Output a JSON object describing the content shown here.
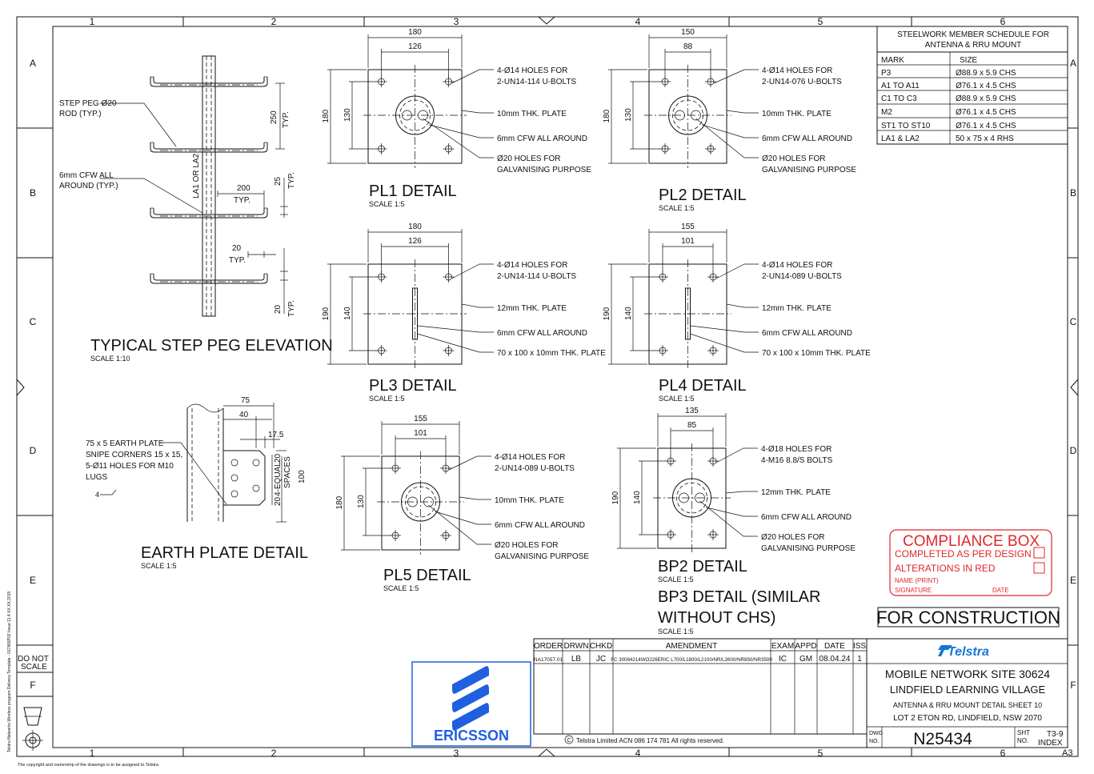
{
  "border": {
    "cols": [
      "1",
      "2",
      "3",
      "4",
      "5",
      "6"
    ],
    "rows": [
      "A",
      "B",
      "C",
      "D",
      "E",
      "F"
    ],
    "side_note": "Telstra Networks Wireless program Delivery Template - 017866P02 Issue 11.4 XX.XX.2015",
    "copyright_note": "The copyright and ownership of the drawings is to be assigned to Telstra",
    "do_not_scale": [
      "DO NOT",
      "SCALE"
    ],
    "sheet_size": "A3"
  },
  "step_peg": {
    "title": "TYPICAL STEP PEG ELEVATION",
    "scale": "SCALE 1:10",
    "callout_rod": [
      "STEP PEG Ø20",
      "ROD (TYP.)"
    ],
    "callout_cfw": [
      "6mm CFW ALL",
      "AROUND (TYP.)"
    ],
    "member": "LA1 OR LA2",
    "dim_250": "250",
    "typ": "TYP.",
    "dim_200": "200",
    "dim_25": "25",
    "dim_20a": "20",
    "dim_20b": "20"
  },
  "earth_plate": {
    "title": "EARTH PLATE DETAIL",
    "scale": "SCALE 1:5",
    "callout": [
      "75 x 5 EARTH PLATE",
      "SNIPE CORNERS 15 x 15,",
      "5-Ø11 HOLES FOR M10",
      "LUGS"
    ],
    "weld": "4",
    "dim_75": "75",
    "dim_40": "40",
    "dim_175": "17.5",
    "dim_20a": "20",
    "dim_20b": "20",
    "dim_100": "100",
    "equal": [
      "4-EQUAL",
      "SPACES"
    ]
  },
  "details": [
    {
      "id": "pl1",
      "title": "PL1 DETAIL",
      "scale": "SCALE 1:5",
      "w": "180",
      "hw": "126",
      "h": "180",
      "hh": "130",
      "notes": [
        "4-Ø14 HOLES FOR",
        "2-UN14-114 U-BOLTS",
        "10mm THK. PLATE",
        "6mm CFW ALL AROUND",
        "Ø20 HOLES FOR",
        "GALVANISING PURPOSE"
      ]
    },
    {
      "id": "pl2",
      "title": "PL2 DETAIL",
      "scale": "SCALE 1:5",
      "w": "150",
      "hw": "88",
      "h": "180",
      "hh": "130",
      "notes": [
        "4-Ø14 HOLES FOR",
        "2-UN14-076 U-BOLTS",
        "10mm THK. PLATE",
        "6mm CFW ALL AROUND",
        "Ø20 HOLES FOR",
        "GALVANISING PURPOSE"
      ]
    },
    {
      "id": "pl3",
      "title": "PL3 DETAIL",
      "scale": "SCALE 1:5",
      "w": "180",
      "hw": "126",
      "h": "190",
      "hh": "140",
      "notes": [
        "4-Ø14 HOLES FOR",
        "2-UN14-114 U-BOLTS",
        "12mm THK. PLATE",
        "6mm CFW ALL AROUND",
        "70 x 100 x 10mm THK. PLATE"
      ]
    },
    {
      "id": "pl4",
      "title": "PL4 DETAIL",
      "scale": "SCALE 1:5",
      "w": "155",
      "hw": "101",
      "h": "190",
      "hh": "140",
      "notes": [
        "4-Ø14 HOLES FOR",
        "2-UN14-089 U-BOLTS",
        "12mm THK. PLATE",
        "6mm CFW ALL AROUND",
        "70 x 100 x 10mm THK. PLATE"
      ]
    },
    {
      "id": "pl5",
      "title": "PL5 DETAIL",
      "scale": "SCALE 1:5",
      "w": "155",
      "hw": "101",
      "h": "180",
      "hh": "130",
      "notes": [
        "4-Ø14 HOLES FOR",
        "2-UN14-089 U-BOLTS",
        "10mm THK. PLATE",
        "6mm CFW ALL AROUND",
        "Ø20 HOLES FOR",
        "GALVANISING PURPOSE"
      ]
    },
    {
      "id": "bp2",
      "title": "BP2 DETAIL",
      "scale": "SCALE 1:5",
      "w": "135",
      "hw": "85",
      "h": "190",
      "hh": "140",
      "notes": [
        "4-Ø18 HOLES FOR",
        "4-M16 8.8/S BOLTS",
        "12mm THK. PLATE",
        "6mm CFW ALL AROUND",
        "Ø20 HOLES FOR",
        "GALVANISING PURPOSE"
      ]
    }
  ],
  "bp3": {
    "title_line1": "BP3 DETAIL (SIMILAR",
    "title_line2": "WITHOUT CHS)",
    "scale": "SCALE 1:5"
  },
  "schedule": {
    "title_line1": "STEELWORK MEMBER SCHEDULE FOR",
    "title_line2": "ANTENNA & RRU MOUNT",
    "headers": [
      "MARK",
      "SIZE"
    ],
    "rows": [
      [
        "P3",
        "Ø88.9 x 5.9 CHS"
      ],
      [
        "A1 TO A11",
        "Ø76.1 x 4.5 CHS"
      ],
      [
        "C1 TO C3",
        "Ø88.9 x 5.9 CHS"
      ],
      [
        "M2",
        "Ø76.1 x 4.5 CHS"
      ],
      [
        "ST1 TO ST10",
        "Ø76.1 x 4.5 CHS"
      ],
      [
        "LA1 & LA2",
        "50 x 75 x 4 RHS"
      ]
    ]
  },
  "compliance": {
    "title": "COMPLIANCE BOX",
    "line1": "COMPLETED AS PER DESIGN",
    "line2": "ALTERATIONS IN RED",
    "name": "NAME (PRINT)",
    "signature": "SIGNATURE",
    "date": "DATE",
    "color": "#e0262b"
  },
  "for_construction": "FOR CONSTRUCTION",
  "revision": {
    "headers": [
      "ORDER",
      "DRWN",
      "CHKD",
      "AMENDMENT",
      "EXAM",
      "APPD",
      "DATE",
      "ISS"
    ],
    "row": [
      "NA17057.01",
      "LB",
      "JC",
      "FC 30084214WO226ERIC L700/L1800/L2100/NR/L2600/NR850/NR3500",
      "IC",
      "GM",
      "08.04.24",
      "1"
    ],
    "copyright": "Telstra Limited   ACN 086 174 781   All rights reserved."
  },
  "logos": {
    "ericsson": "ERICSSON",
    "telstra": "Telstra",
    "ericsson_color": "#1f5fe0",
    "telstra_color": "#1476d2"
  },
  "title_block": {
    "line1": "MOBILE NETWORK SITE 30624",
    "line2": "LINDFIELD LEARNING VILLAGE",
    "line3": "ANTENNA & RRU MOUNT DETAIL SHEET 10",
    "line4": "LOT 2 ETON RD, LINDFIELD, NSW 2070",
    "dwg_label": [
      "DWG",
      "NO."
    ],
    "dwg_no": "N25434",
    "sht_label": [
      "SHT",
      "NO."
    ],
    "sht": "T3-9",
    "index": "INDEX"
  }
}
